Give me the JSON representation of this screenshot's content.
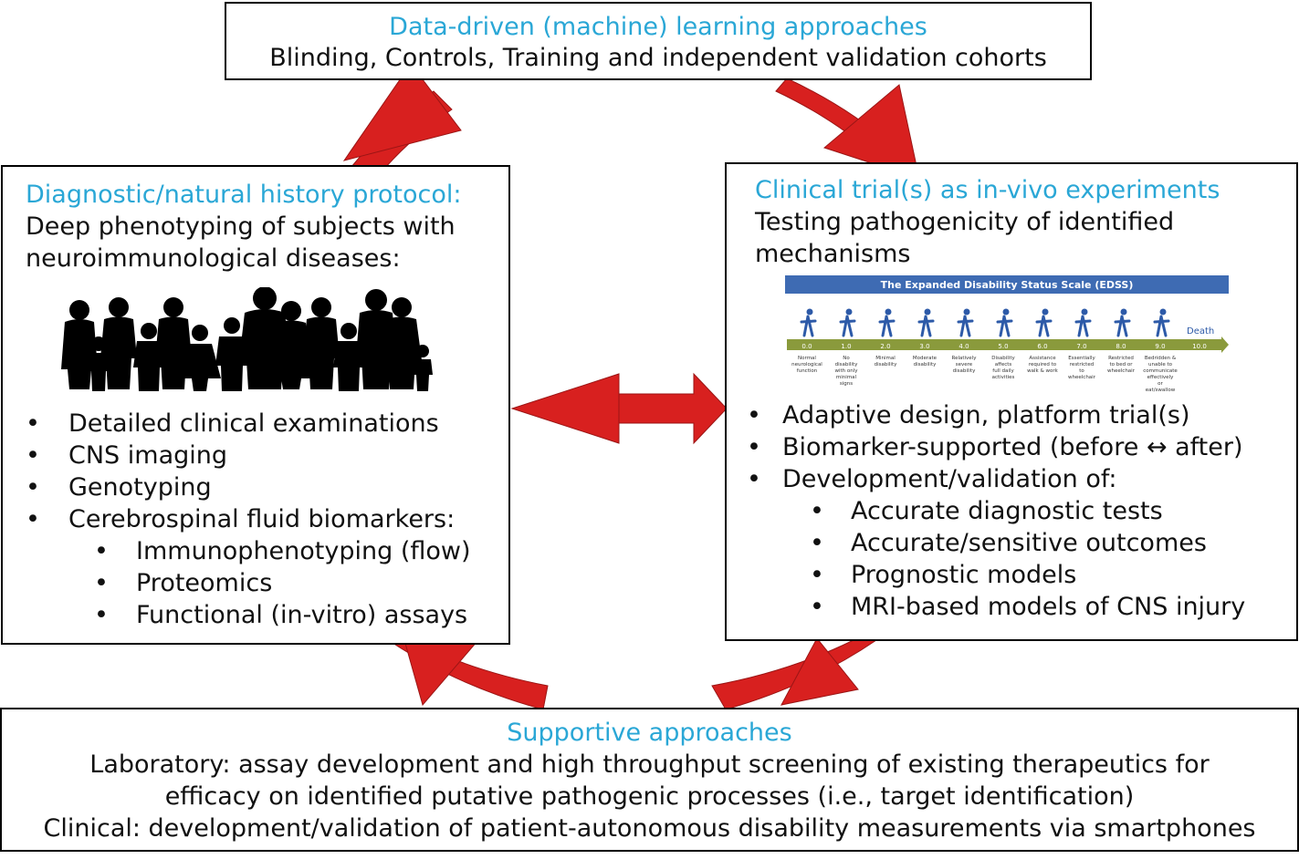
{
  "top": {
    "title": "Data-driven (machine) learning approaches",
    "subtitle": "Blinding, Controls, Training and independent validation cohorts"
  },
  "left": {
    "title": "Diagnostic/natural history protocol:",
    "line1": "Deep phenotyping of subjects with",
    "line2": "neuroimmunological diseases:",
    "bullets": [
      "Detailed clinical examinations",
      "CNS imaging",
      "Genotyping",
      "Cerebrospinal fluid biomarkers:"
    ],
    "subbullets": [
      "Immunophenotyping (flow)",
      "Proteomics",
      "Functional (in-vitro) assays"
    ]
  },
  "right": {
    "title": "Clinical trial(s) as in-vivo experiments",
    "line1": "Testing pathogenicity of identified",
    "line2": "mechanisms",
    "bullets": [
      "Adaptive design, platform trial(s)",
      "Biomarker-supported (before ↔ after)",
      "Development/validation of:"
    ],
    "subbullets": [
      "Accurate diagnostic tests",
      "Accurate/sensitive outcomes",
      "Prognostic models",
      "MRI-based models of CNS injury"
    ]
  },
  "edss": {
    "title": "The Expanded Disability Status Scale (EDSS)",
    "death": "Death",
    "steps": [
      {
        "score": "0.0",
        "label": "Normal neurological function"
      },
      {
        "score": "1.0",
        "label": "No disability with only minimal signs"
      },
      {
        "score": "2.0",
        "label": "Minimal disability"
      },
      {
        "score": "3.0",
        "label": "Moderate disability"
      },
      {
        "score": "4.0",
        "label": "Relatively severe disability"
      },
      {
        "score": "5.0",
        "label": "Disability affects full daily activities"
      },
      {
        "score": "6.0",
        "label": "Assistance required to walk & work"
      },
      {
        "score": "7.0",
        "label": "Essentially restricted to wheelchair"
      },
      {
        "score": "8.0",
        "label": "Restricted to bed or wheelchair"
      },
      {
        "score": "9.0",
        "label": "Bedridden & unable to communicate effectively or eat/swallow"
      },
      {
        "score": "10.0",
        "label": ""
      }
    ]
  },
  "bottom": {
    "title": "Supportive approaches",
    "line1": "Laboratory: assay development and high throughput screening of existing therapeutics for",
    "line2": "efficacy on identified putative pathogenic processes (i.e., target identification)",
    "line3": "Clinical: development/validation of patient-autonomous disability measurements via smartphones"
  },
  "colors": {
    "title": "#2aa7d6",
    "arrow": "#d8201f",
    "edss_band": "#3e6bb3",
    "edss_bar": "#8a9a3c"
  },
  "bullet": "•"
}
